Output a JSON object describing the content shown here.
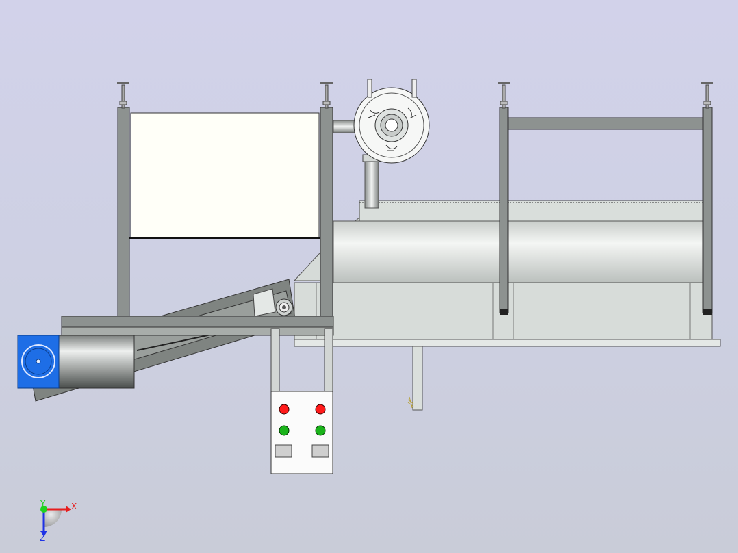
{
  "viewport": {
    "background_top": "#d2d2ea",
    "background_bottom": "#c9ccd8"
  },
  "model": {
    "frame_color": "#8d9290",
    "frame_dark": "#3a3d3c",
    "panel_fill": "#fffff8",
    "motor_color": "#1e6ee6",
    "tank_color": "#dadfdc"
  },
  "control_panel": {
    "buttons": [
      {
        "color": "#ff1a1a"
      },
      {
        "color": "#ff1a1a"
      },
      {
        "color": "#1ab31a"
      },
      {
        "color": "#1ab31a"
      }
    ],
    "switch_color": "#cfcfcf"
  },
  "triad": {
    "x_label": "X",
    "y_label": "Y",
    "z_label": "Z",
    "x_color": "#e61e1e",
    "y_color": "#1ed21e",
    "z_color": "#1e32e6"
  }
}
